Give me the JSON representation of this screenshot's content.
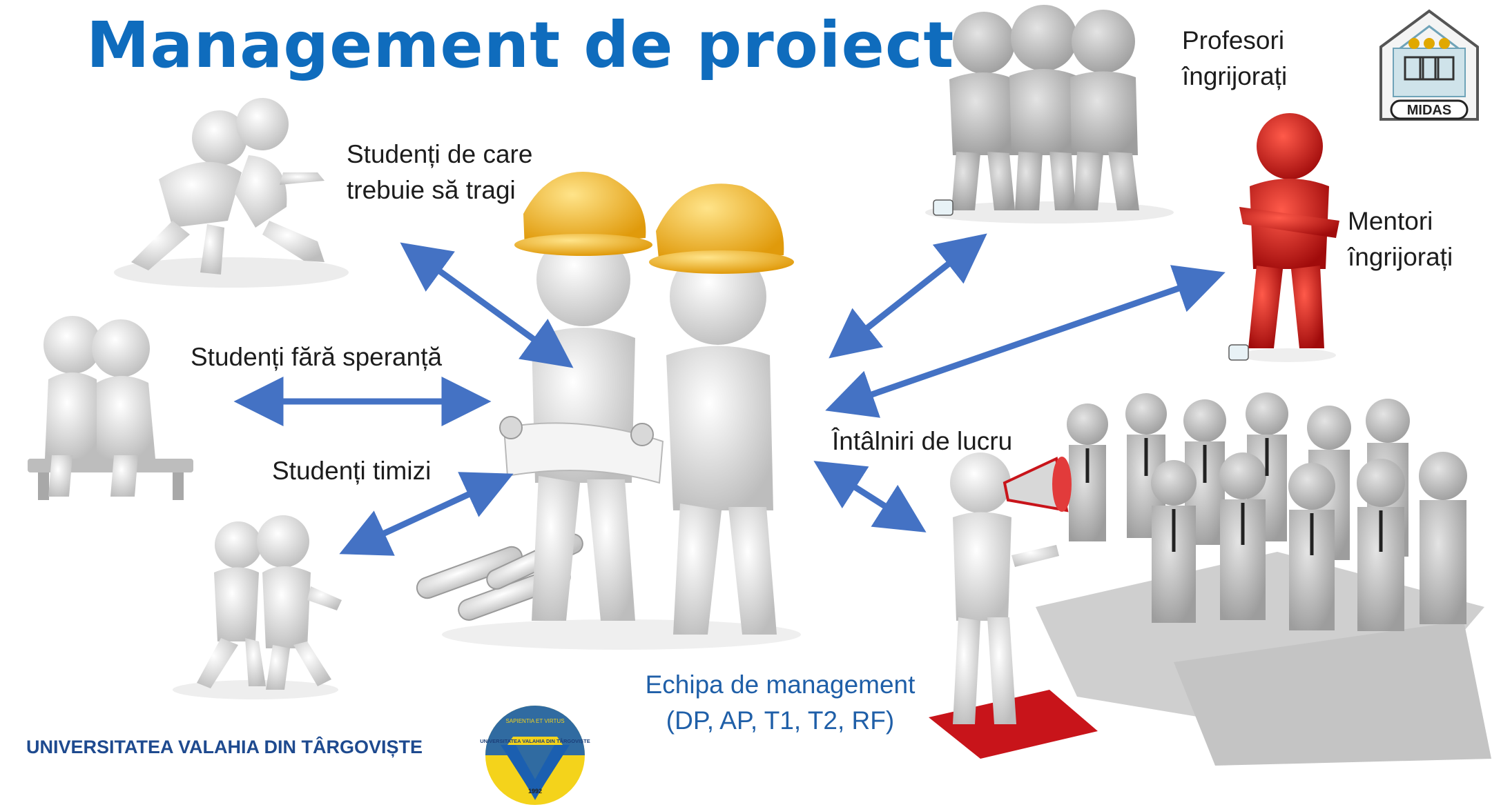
{
  "title": "Management de proiect",
  "center": {
    "label_line1": "Echipa de management",
    "label_line2": "(DP, AP, T1, T2, RF)"
  },
  "nodes": {
    "pull_students": {
      "line1": "Studenți de care",
      "line2": "trebuie să tragi"
    },
    "hopeless_students": {
      "line1": "Studenți fără speranță"
    },
    "shy_students": {
      "line1": "Studenți timizi"
    },
    "worried_teachers": {
      "line1": "Profesori",
      "line2": "îngrijorați"
    },
    "worried_mentors": {
      "line1": "Mentori",
      "line2": "îngrijorați"
    },
    "work_meetings": {
      "line1": "Întâlniri de lucru"
    }
  },
  "logos": {
    "midas_text": "MIDAS",
    "university_name": "UNIVERSITATEA VALAHIA DIN TÂRGOVIȘTE",
    "crest_motto": "SAPIENTIA ET VIRTUS",
    "crest_name": "UNIVERSITATEA VALAHIA DIN TÂRGOVIȘTE",
    "crest_year": "1992"
  },
  "colors": {
    "title": "#0f6cbd",
    "arrow": "#4472c4",
    "helmet": "#f2b81f",
    "mentor_figure": "#d21414",
    "figure_gray": "#c9c9c9",
    "crest_yellow": "#f4d31b",
    "crest_blue": "#1b5fb0"
  }
}
